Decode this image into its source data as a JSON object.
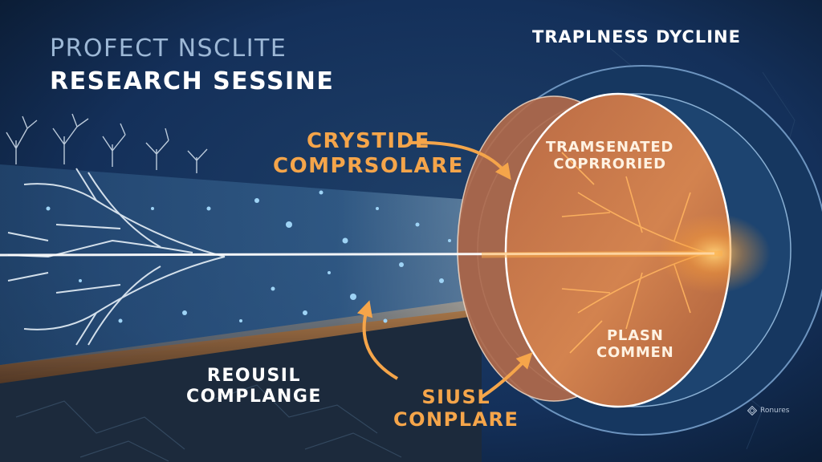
{
  "title": {
    "line1": "PROFECT NSCLITE",
    "line2": "RESEARCH SESSINE"
  },
  "corner_title": "TRAPLNESS DYCLINE",
  "callouts": {
    "top_left": {
      "line1": "CRYSTIDE",
      "line2": "COMPRSOLARE"
    },
    "disc_top": {
      "line1": "TRAMSENATED",
      "line2": "COPRRORIED"
    },
    "disc_bottom": {
      "line1": "PLASN",
      "line2": "COMMEN"
    },
    "bottom_left": {
      "line1": "REOUSIL",
      "line2": "COMPLANGE"
    },
    "bottom_center": {
      "line1": "SIUSL",
      "line2": "CONPLARE"
    }
  },
  "watermark": {
    "text": "Ronures",
    "icon": "diamond-logo-icon"
  },
  "colors": {
    "background": "#0f2340",
    "accent_orange": "#f5a54a",
    "title_light": "#9db8d6",
    "title_white": "#ffffff",
    "text_cream": "#fff2e2"
  }
}
